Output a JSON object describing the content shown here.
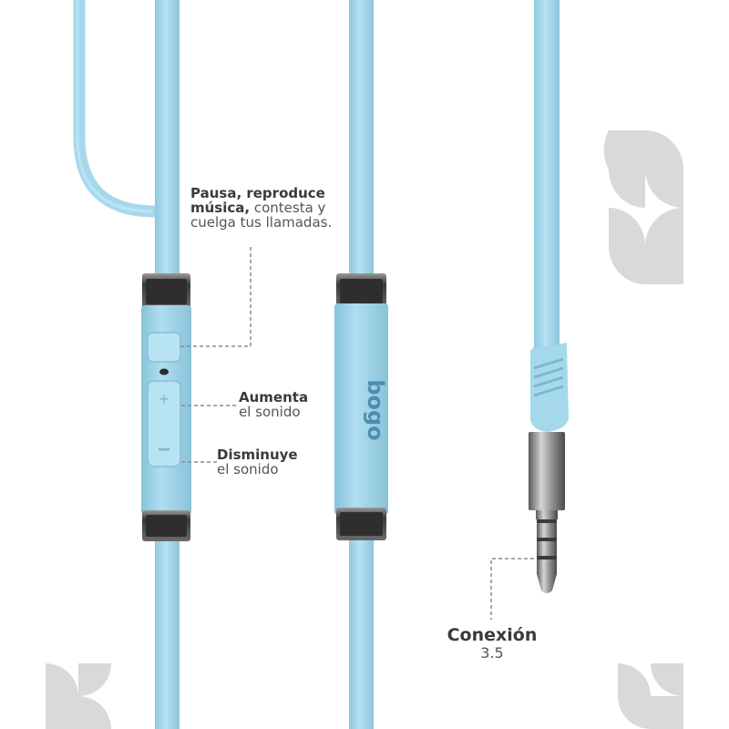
{
  "labels": {
    "pause": {
      "bold": "Pausa, reproduce música,",
      "normal": " contesta y cuelga tus llamadas."
    },
    "volume_up": {
      "bold": "Aumenta",
      "normal": "el sonido"
    },
    "volume_down": {
      "bold": "Disminuye",
      "normal": "el sonido"
    },
    "connection": {
      "bold": "Conexión",
      "normal": "3.5"
    }
  },
  "remote": {
    "brand": "bogo"
  },
  "colors": {
    "cable": "#a6d8ec",
    "cable_shade": "#8cc6dc",
    "background": "#ffffff",
    "text": "#3a3a3a",
    "decor": "#d8d8d8",
    "metal": "#8a8a8a"
  },
  "icons": [
    "plus-icon",
    "minus-icon",
    "call-button-icon"
  ]
}
